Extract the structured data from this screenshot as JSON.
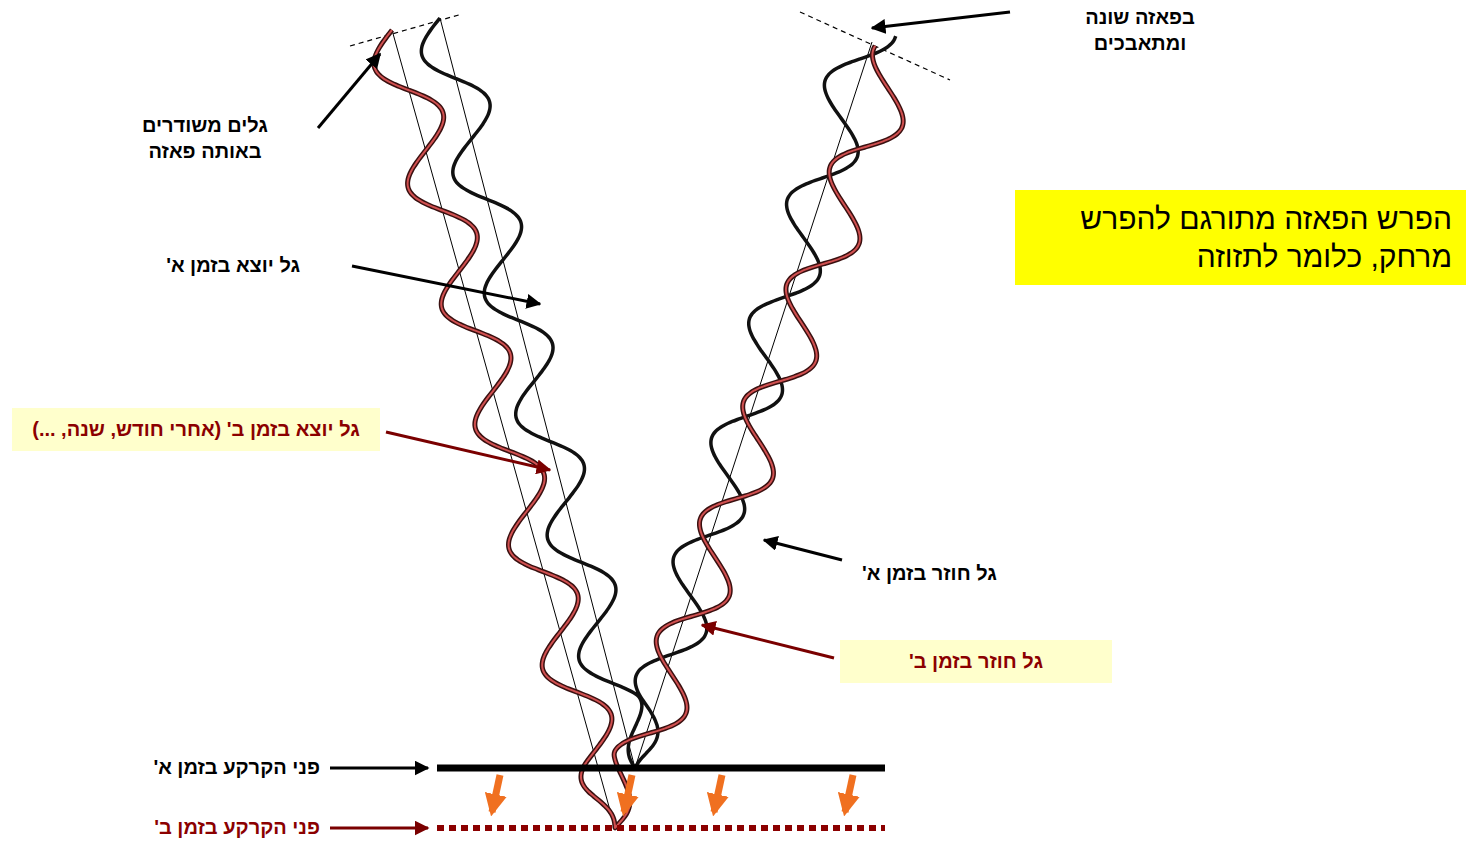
{
  "diagram": {
    "nodes": [
      {
        "text": [
          "הפרש הפאזה מתורגם להפרש מרחק, כלומר לתזוזה"
        ]
      },
      {
        "text": [
          "גל יוצא בזמן ב' (אחרי חודש, שנה, ...)"
        ]
      },
      {
        "text": [
          "גל חוזר בזמן ב'"
        ]
      }
    ],
    "labels": [
      "בפאזה שונה ומתאבכים",
      "גלים משודרים באותה פאזה",
      "גל יוצא בזמן א'",
      "גל חוזר בזמן א'",
      "פני הקרקע בזמן א'",
      "פני הקרקע בזמן ב'"
    ]
  }
}
